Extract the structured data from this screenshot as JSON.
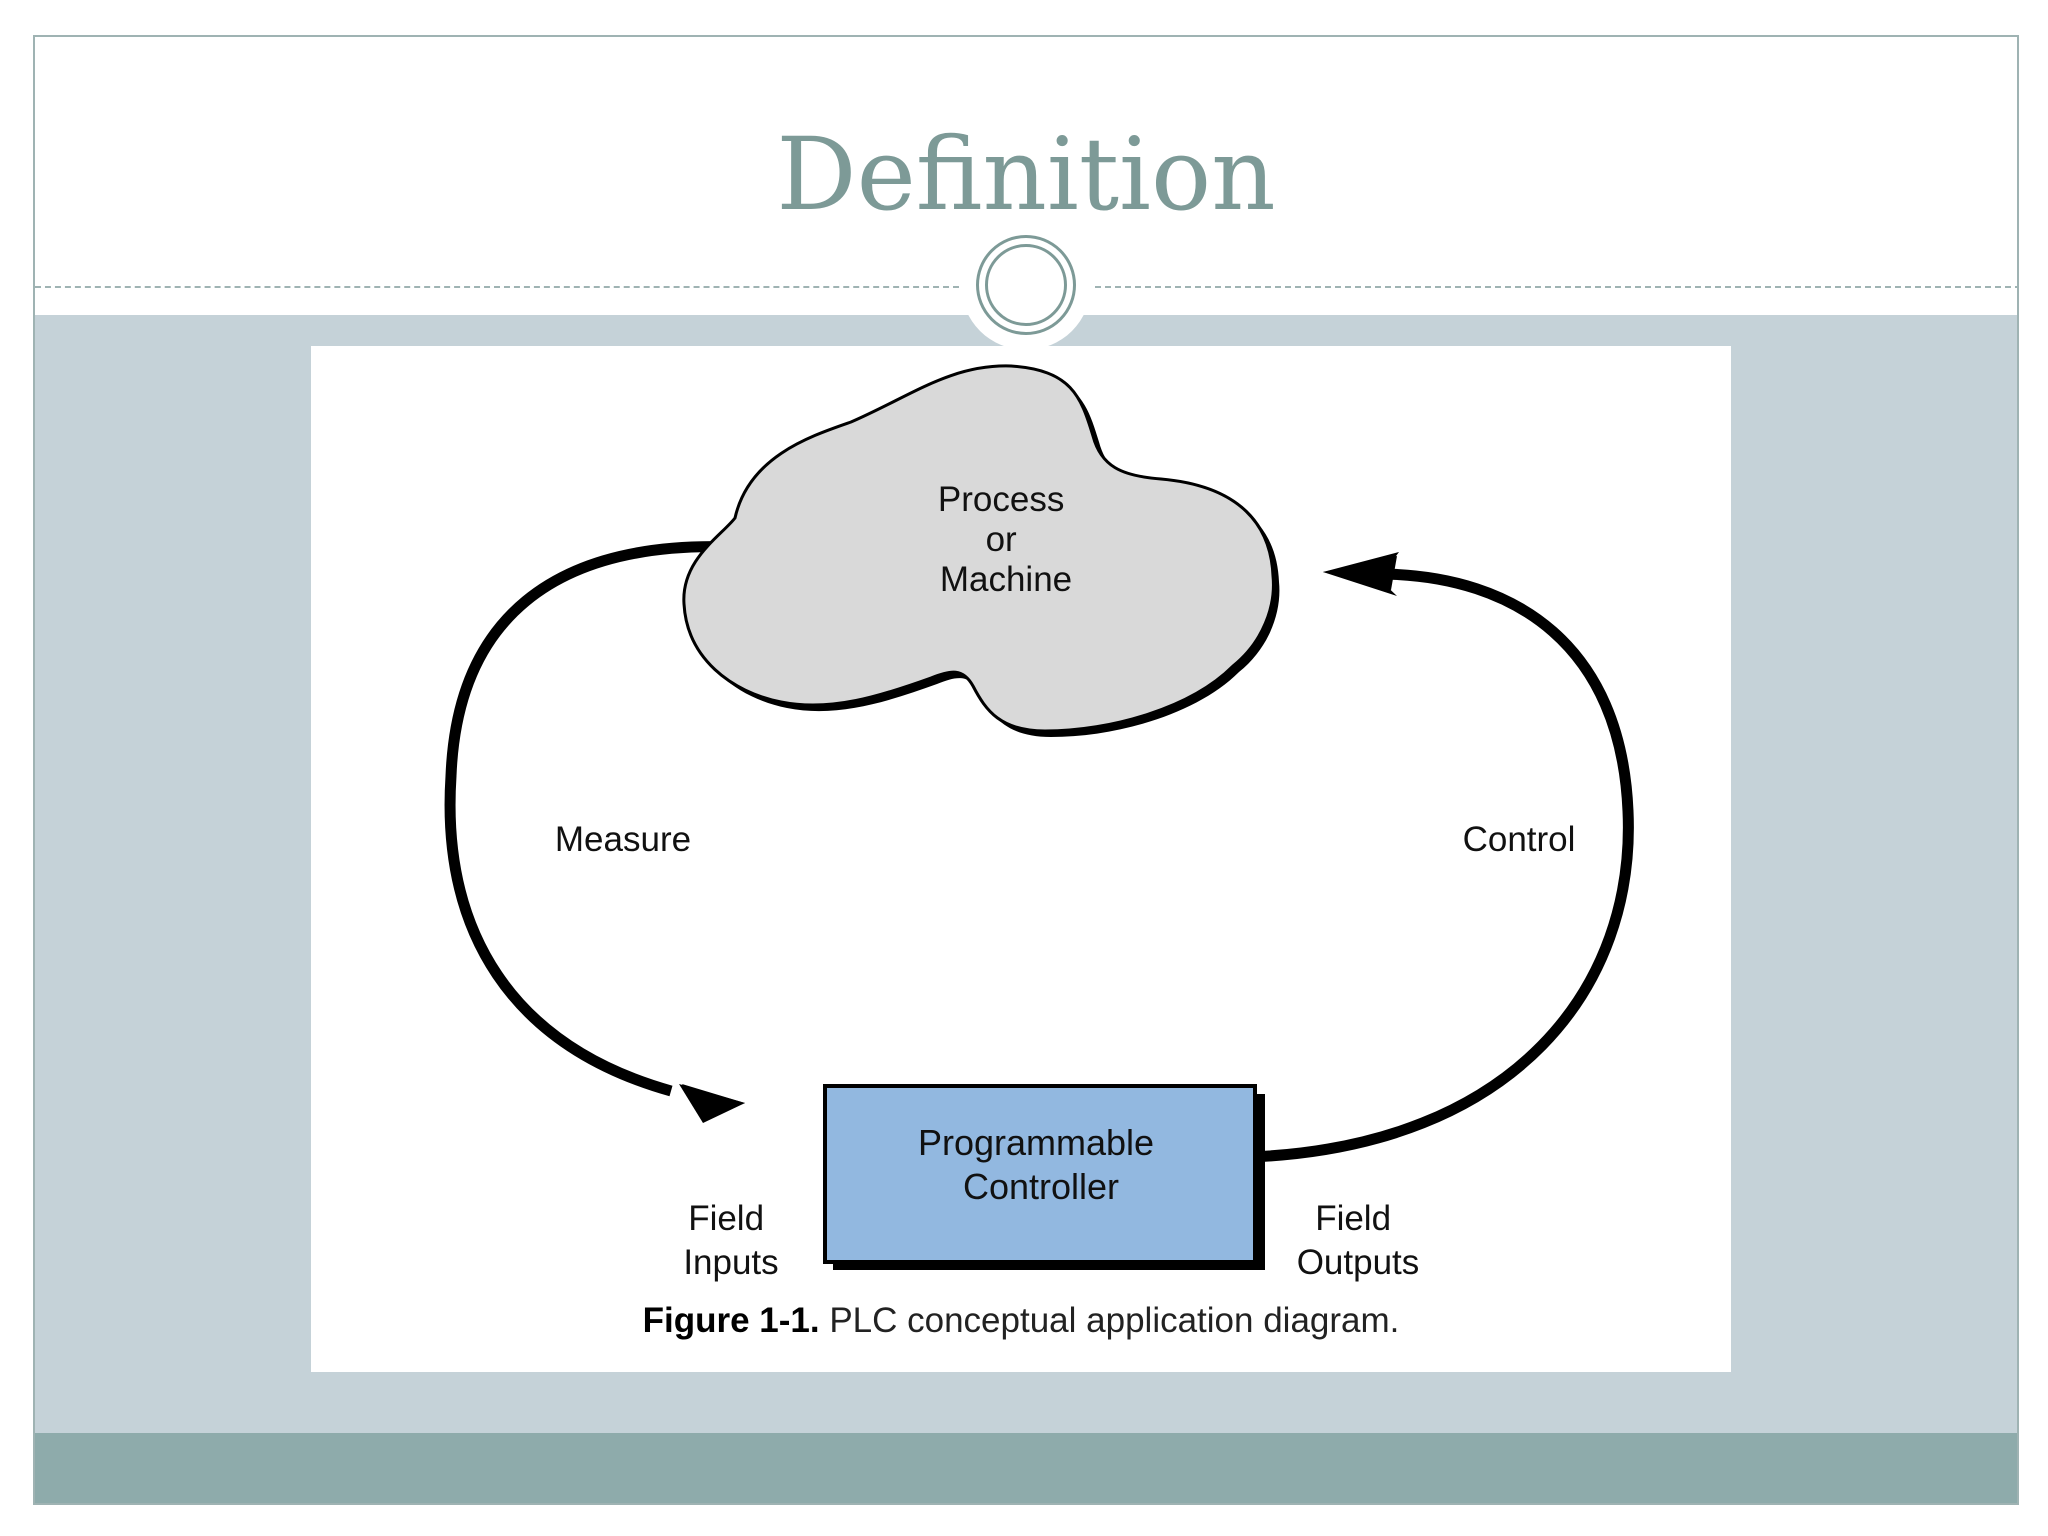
{
  "slide": {
    "title": "Definition"
  },
  "diagram": {
    "process_label": [
      "Process",
      "or",
      "Machine"
    ],
    "controller_label": [
      "Programmable",
      "Controller"
    ],
    "measure_label": "Measure",
    "control_label": "Control",
    "field_inputs_label": [
      "Field",
      "Inputs"
    ],
    "field_outputs_label": [
      "Field",
      "Outputs"
    ],
    "caption_prefix": "Figure 1-1.",
    "caption_text": " PLC conceptual application diagram.",
    "colors": {
      "cloud_fill": "#d9d9d9",
      "controller_fill": "#92b8e0",
      "line": "#000000"
    }
  }
}
